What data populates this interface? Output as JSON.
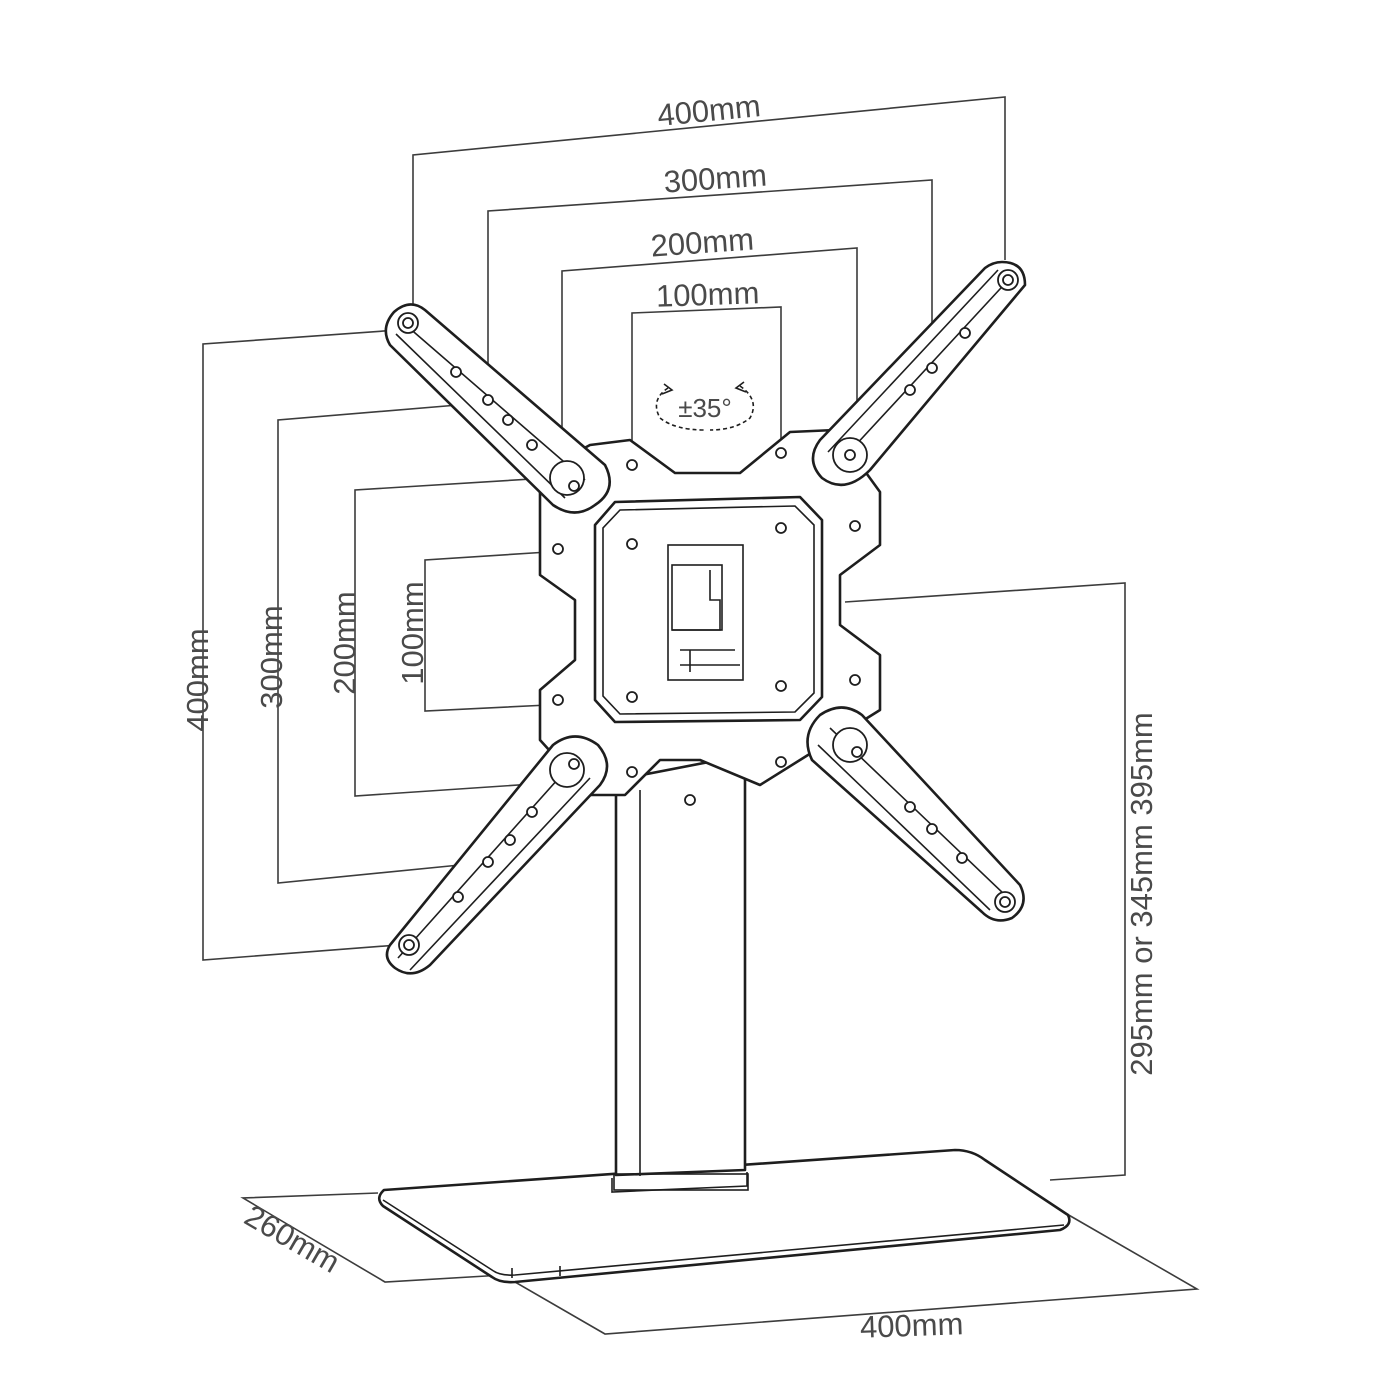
{
  "vesa_horizontal": [
    "400mm",
    "300mm",
    "200mm",
    "100mm"
  ],
  "vesa_vertical": [
    "400mm",
    "300mm",
    "200mm",
    "100mm"
  ],
  "swivel": "±35°",
  "height": "295mm or 345mm 395mm",
  "base_depth": "260mm",
  "base_width": "400mm",
  "colors": {
    "line": "#1e1e1e",
    "dimension": "#3c3c3c",
    "text": "#4a4a4a"
  }
}
